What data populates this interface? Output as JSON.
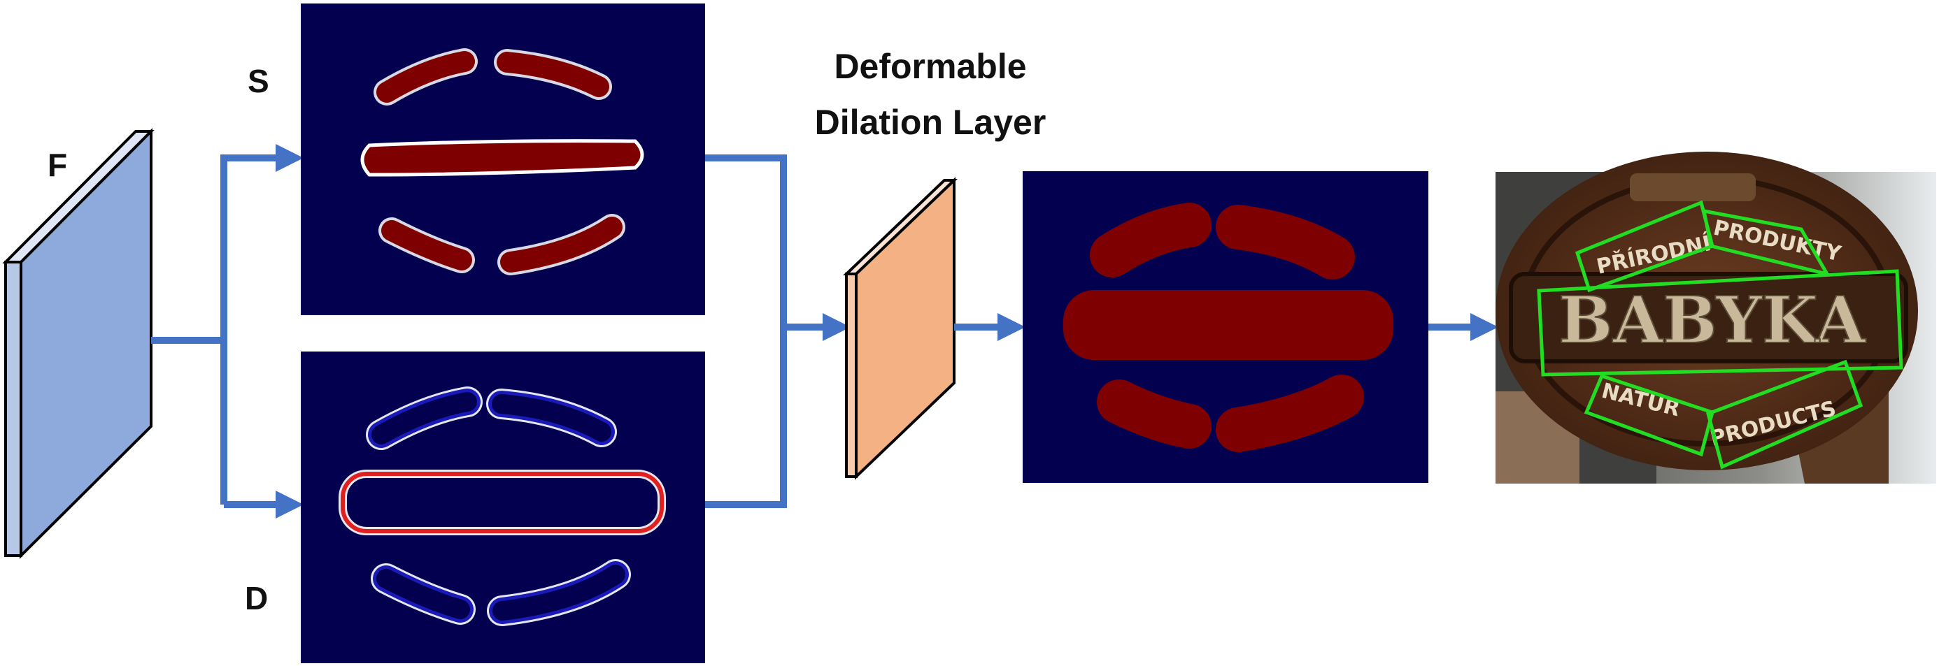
{
  "labels": {
    "f": "F",
    "s": "S",
    "d": "D",
    "layer_line1": "Deformable",
    "layer_line2": "Dilation Layer"
  },
  "sign": {
    "top_left": "PŘÍRODNÍ",
    "top_right": "PRODUKTY",
    "main": "BABYKA",
    "bottom_left": "NATUR",
    "bottom_right": "PRODUCTS"
  },
  "colors": {
    "arrow": "#4472C4",
    "feature_block": "#8EA9DB",
    "dilation_block": "#F4B183",
    "map_background": "#03004F",
    "text_region": "#7F0000",
    "border_ring": "#E02020",
    "detection_box": "#22DD22"
  }
}
